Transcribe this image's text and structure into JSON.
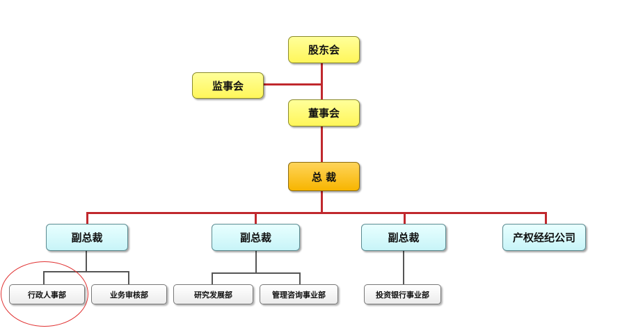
{
  "nodes": {
    "shareholders": "股东会",
    "supervisors": "监事会",
    "board": "董事会",
    "president": "总 裁",
    "vp1": "副总裁",
    "vp2": "副总裁",
    "vp3": "副总裁",
    "property_company": "产权经纪公司",
    "admin_hr": "行政人事部",
    "audit": "业务审核部",
    "research": "研究发展部",
    "consulting": "管理咨询事业部",
    "investment_banking": "投资银行事业部"
  },
  "colors": {
    "connector_primary": "#c0282d",
    "connector_secondary": "#555555",
    "highlight_ellipse": "#e03030",
    "top_boxes": "#fff65a",
    "president_box": "#f7b500",
    "vp_boxes": "#c8f4f8",
    "dept_boxes": "#ececec"
  },
  "highlighted_node": "行政人事部"
}
